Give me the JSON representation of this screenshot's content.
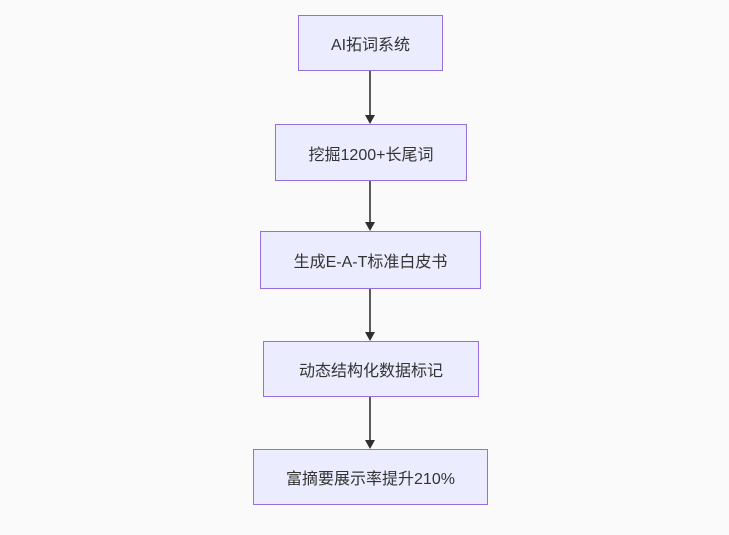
{
  "diagram": {
    "type": "flowchart",
    "direction": "top-down",
    "nodes": [
      {
        "label": "AI拓词系统"
      },
      {
        "label": "挖掘1200+长尾词"
      },
      {
        "label": "生成E-A-T标准白皮书"
      },
      {
        "label": "动态结构化数据标记"
      },
      {
        "label": "富摘要展示率提升210%"
      }
    ],
    "edges": [
      {
        "from": "AI拓词系统",
        "to": "挖掘1200+长尾词"
      },
      {
        "from": "挖掘1200+长尾词",
        "to": "生成E-A-T标准白皮书"
      },
      {
        "from": "生成E-A-T标准白皮书",
        "to": "动态结构化数据标记"
      },
      {
        "from": "动态结构化数据标记",
        "to": "富摘要展示率提升210%"
      }
    ],
    "colors": {
      "node_fill": "#ECECFF",
      "node_border": "#9370DB",
      "text": "#333333",
      "arrow_line": "#5b5b5b",
      "arrow_head": "#2f2f2f",
      "background": "#fafafa"
    }
  }
}
